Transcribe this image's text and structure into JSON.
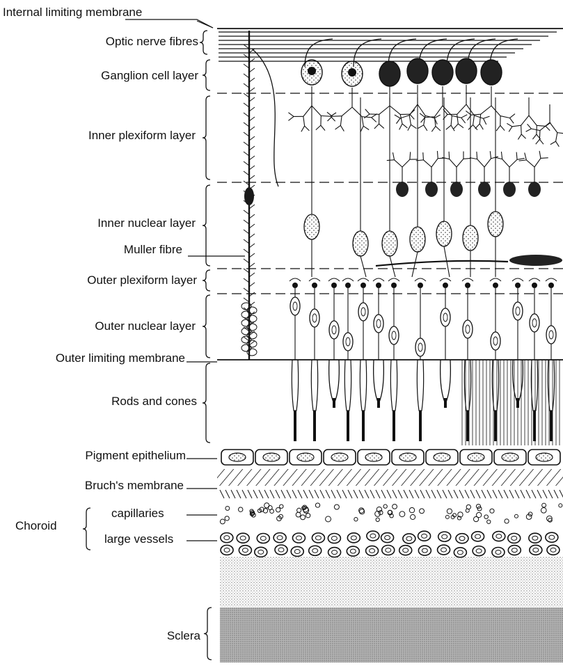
{
  "labels": {
    "internal_limiting_membrane": "Internal limiting membrane",
    "optic_nerve_fibres": "Optic nerve fibres",
    "ganglion_cell_layer": "Ganglion cell layer",
    "inner_plexiform_layer": "Inner plexiform layer",
    "inner_nuclear_layer": "Inner nuclear layer",
    "muller_fibre": "Muller fibre",
    "outer_plexiform_layer": "Outer plexiform layer",
    "outer_nuclear_layer": "Outer nuclear layer",
    "outer_limiting_membrane": "Outer limiting membrane",
    "rods_and_cones": "Rods and cones",
    "pigment_epithelium": "Pigment epithelium",
    "bruchs_membrane": "Bruch's membrane",
    "choroid": "Choroid",
    "capillaries": "capillaries",
    "large_vessels": "large vessels",
    "sclera": "Sclera"
  },
  "colors": {
    "ink": "#111111",
    "stipple": "#555555",
    "sclera": "#9a9a9a",
    "nucleus_dark": "#1a1a1a"
  }
}
